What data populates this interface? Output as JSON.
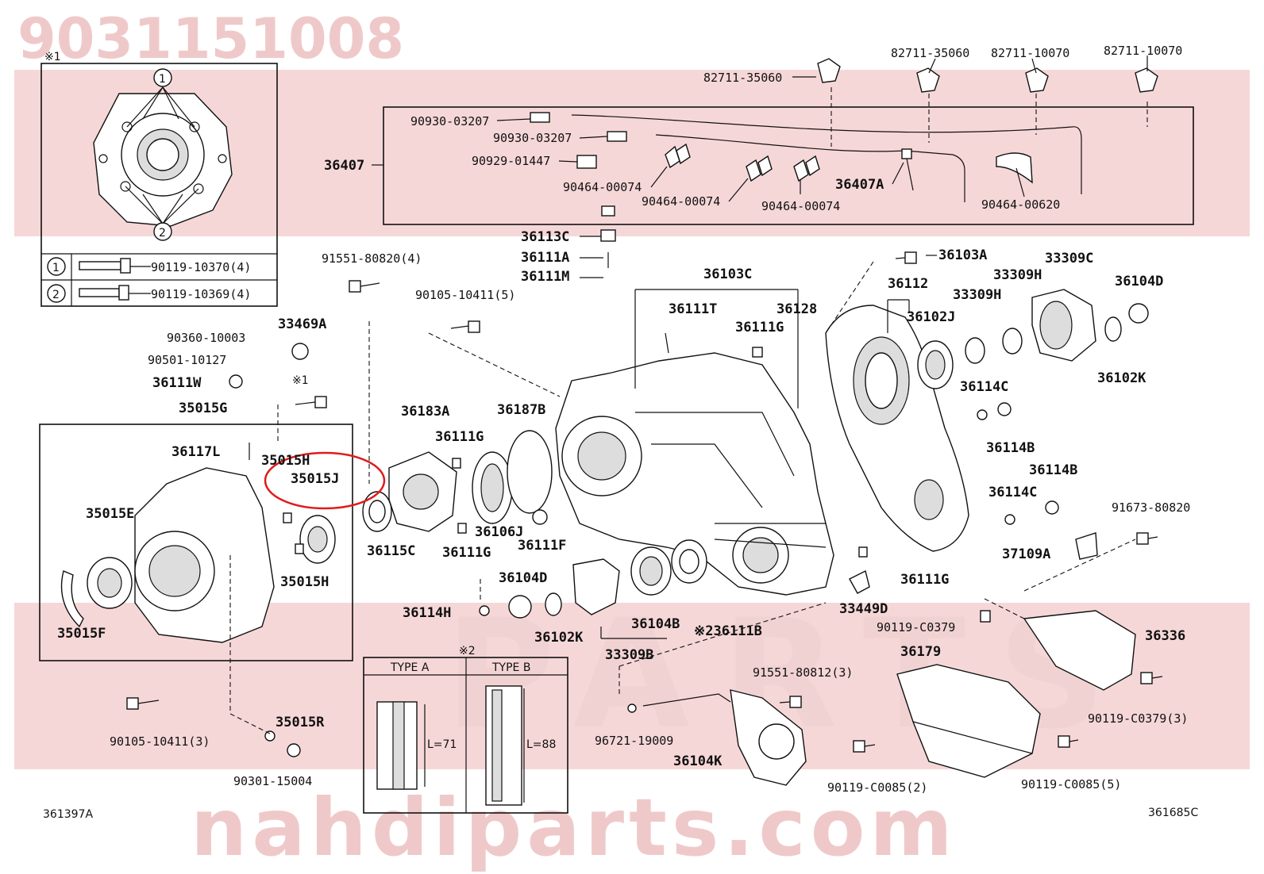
{
  "watermark": {
    "part_number": "9031151008",
    "site": "nahdiparts.com",
    "brand": "PARTS"
  },
  "corner_codes": {
    "left": "361397A",
    "right": "361685C"
  },
  "inset": {
    "mark": "※1",
    "circle_labels": [
      "1",
      "2"
    ],
    "bolt_rows": [
      {
        "num": "1",
        "part": "90119-10370(4)"
      },
      {
        "num": "2",
        "part": "90119-10369(4)"
      }
    ]
  },
  "type_table": {
    "mark": "※2",
    "type_a": "TYPE A",
    "type_b": "TYPE B",
    "len_a": "L=71",
    "len_b": "L=88"
  },
  "highlight": {
    "color": "#e01b1b",
    "part": "35015J"
  },
  "labels": {
    "p82711_35060a": "82711-35060",
    "p82711_35060b": "82711-35060",
    "p82711_10070a": "82711-10070",
    "p82711_10070b": "82711-10070",
    "p90930_03207a": "90930-03207",
    "p90930_03207b": "90930-03207",
    "p90929_01447": "90929-01447",
    "p90464_00074a": "90464-00074",
    "p90464_00074b": "90464-00074",
    "p90464_00074c": "90464-00074",
    "p36407": "36407",
    "p36407A": "36407A",
    "p90464_00620": "90464-00620",
    "p36113C": "36113C",
    "p36111A": "36111A",
    "p36111M": "36111M",
    "p91551_80820": "91551-80820(4)",
    "p90105_10411_5": "90105-10411(5)",
    "p36103C": "36103C",
    "p36111T": "36111T",
    "p36128": "36128",
    "p36111G_top": "36111G",
    "p36103A": "36103A",
    "p33309C": "33309C",
    "p36112": "36112",
    "p33309H_a": "33309H",
    "p33309H_b": "33309H",
    "p36104D_r": "36104D",
    "p36102J": "36102J",
    "p36102K_r": "36102K",
    "p90360_10003": "90360-10003",
    "p33469A": "33469A",
    "p90501_10127": "90501-10127",
    "p36111W": "36111W",
    "mark1": "※1",
    "p35015G": "35015G",
    "p36183A": "36183A",
    "p36187B": "36187B",
    "p36111G_mid": "36111G",
    "p36114C_a": "36114C",
    "p36114B_a": "36114B",
    "p36114B_b": "36114B",
    "p36114C_b": "36114C",
    "p36117L": "36117L",
    "p35015H_a": "35015H",
    "p35015J": "35015J",
    "p35015E": "35015E",
    "p36106J": "36106J",
    "p36111F": "36111F",
    "p36115C": "36115C",
    "p36111G_low": "36111G",
    "p35015H_b": "35015H",
    "p91673_80820": "91673-80820",
    "p37109A": "37109A",
    "p36104D_l": "36104D",
    "p36111G_r": "36111G",
    "p36114H": "36114H",
    "p36102K_l": "36102K",
    "p36104B": "36104B",
    "p36111B": "※236111B",
    "p33449D": "33449D",
    "p90119_C0379": "90119-C0379",
    "p36336": "36336",
    "p35015F": "35015F",
    "p33309B": "33309B",
    "p36179": "36179",
    "p91551_80812": "91551-80812(3)",
    "p90119_C0379_3": "90119-C0379(3)",
    "p90105_10411_3": "90105-10411(3)",
    "p35015R": "35015R",
    "p96721_19009": "96721-19009",
    "p36104K": "36104K",
    "p90119_C0085_2": "90119-C0085(2)",
    "p90119_C0085_5": "90119-C0085(5)",
    "p90301_15004": "90301-15004"
  }
}
